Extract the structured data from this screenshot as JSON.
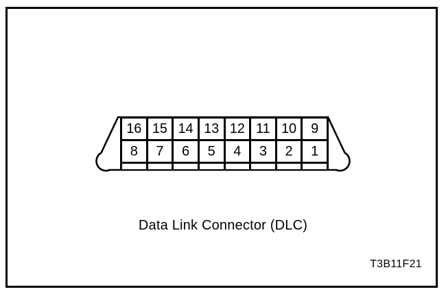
{
  "figure": {
    "caption": "Data Link Connector (DLC)",
    "code": "T3B11F21"
  },
  "connector": {
    "pins_top": [
      "16",
      "15",
      "14",
      "13",
      "12",
      "11",
      "10",
      "9"
    ],
    "pins_bottom": [
      "8",
      "7",
      "6",
      "5",
      "4",
      "3",
      "2",
      "1"
    ]
  },
  "colors": {
    "line": "#000000",
    "background": "#ffffff"
  }
}
